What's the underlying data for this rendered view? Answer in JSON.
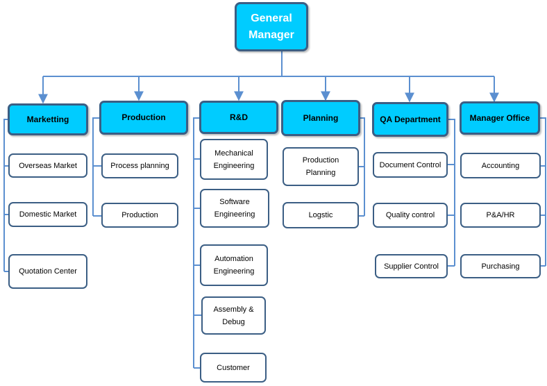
{
  "root": {
    "label": "General\nManager"
  },
  "departments": [
    {
      "label": "Marketting",
      "items": [
        "Overseas Market",
        "Domestic Market",
        "Quotation Center"
      ]
    },
    {
      "label": "Production",
      "items": [
        "Process planning",
        "Production"
      ]
    },
    {
      "label": "R&D",
      "items": [
        "Mechanical\nEngineering",
        "Software\nEngineering",
        "Automation\nEngineering",
        "Assembly &\nDebug",
        "Customer"
      ]
    },
    {
      "label": "Planning",
      "items": [
        "Production\nPlanning",
        "Logstic"
      ]
    },
    {
      "label": "QA Department",
      "items": [
        "Document Control",
        "Quality control",
        "Supplier Control"
      ]
    },
    {
      "label": "Manager Office",
      "items": [
        "Accounting",
        "P&A/HR",
        "Purchasing"
      ]
    }
  ],
  "colors": {
    "box_fill": "#00ccff",
    "border": "#3b5e84",
    "connector": "#5b8fd0"
  }
}
